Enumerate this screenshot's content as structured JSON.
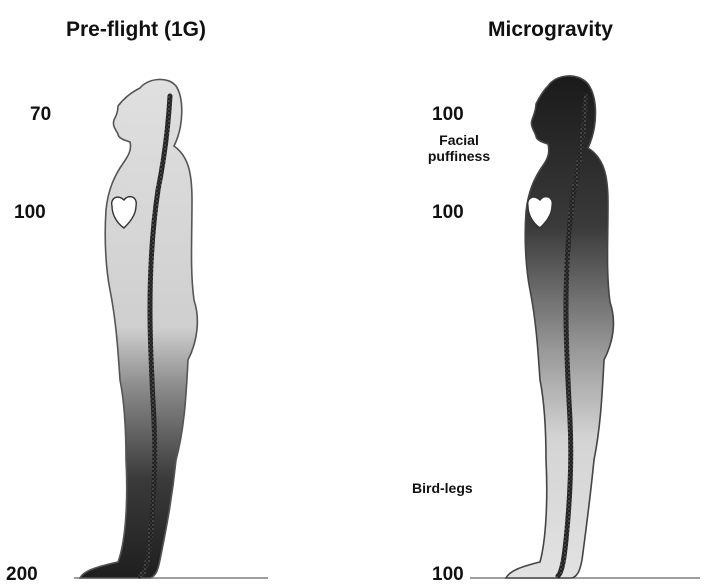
{
  "titles": {
    "left": "Pre-flight (1G)",
    "right": "Microgravity"
  },
  "preflight": {
    "head_value": "70",
    "chest_value": "100",
    "feet_value": "200"
  },
  "microgravity": {
    "head_value": "100",
    "head_note_line1": "Facial",
    "head_note_line2": "puffiness",
    "chest_value": "100",
    "legs_note": "Bird-legs",
    "feet_value": "100"
  },
  "colors": {
    "tissue_light": "#d8d8d8",
    "tissue_dark": "#202020",
    "outline": "#555555",
    "background": "#ffffff"
  }
}
